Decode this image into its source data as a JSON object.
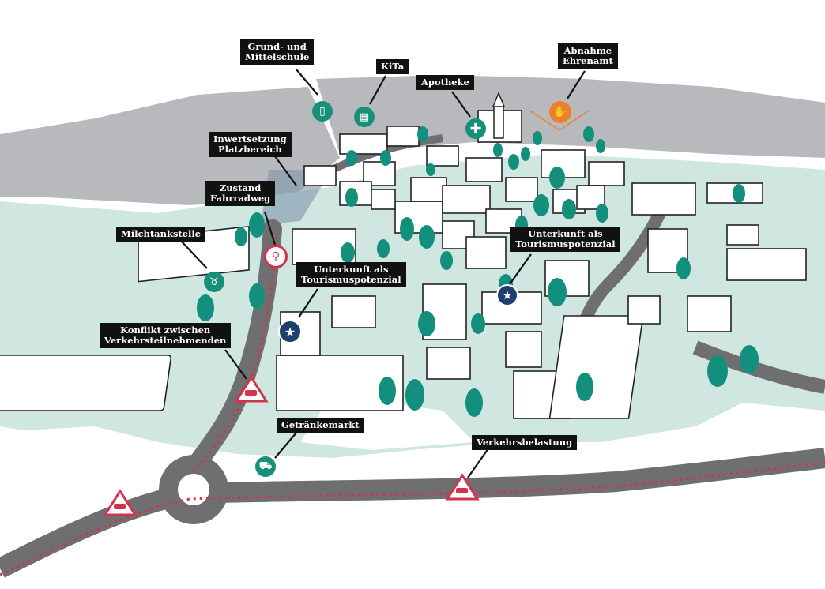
{
  "colors": {
    "green_area": "#cfe6e1",
    "built_grey": "#b8b9bc",
    "road": "#6f6f72",
    "tree": "#13907d",
    "icon_teal": "#17907a",
    "icon_navy": "#1f3f6e",
    "icon_red": "#d3334b",
    "icon_orange": "#ee7f2d",
    "dotted_line": "#d3334b",
    "label_bg": "#111111"
  },
  "labels": {
    "grundschule": {
      "line1": "Grund- und",
      "line2": "Mittelschule"
    },
    "kita": {
      "line1": "KiTa"
    },
    "apotheke": {
      "line1": "Apotheke"
    },
    "ehrenamt": {
      "line1": "Abnahme",
      "line2": "Ehrenamt"
    },
    "platzbereich": {
      "line1": "Inwertsetzung",
      "line2": "Platzbereich"
    },
    "fahrradweg": {
      "line1": "Zustand",
      "line2": "Fahrradweg"
    },
    "milchtankstelle": {
      "line1": "Milchtankstelle"
    },
    "unterkunft_right": {
      "line1": "Unterkunft als",
      "line2": "Tourismuspotenzial"
    },
    "unterkunft_left": {
      "line1": "Unterkunft als",
      "line2": "Tourismuspotenzial"
    },
    "konflikt": {
      "line1": "Konflikt zwischen",
      "line2": "Verkehrsteilnehmenden"
    },
    "getraenkemarkt": {
      "line1": "Getränkemarkt"
    },
    "verkehrsbelastung": {
      "line1": "Verkehrsbelastung"
    }
  },
  "icons": {
    "school": "school-icon",
    "kita": "kita-icon",
    "pharmacy": "pharmacy-cross-icon",
    "volunteer": "volunteer-hand-icon",
    "bicycle": "bicycle-icon",
    "milk": "milk-cow-icon",
    "star": "star-icon",
    "cart": "shopping-cart-icon",
    "car_warning": "car-warning-icon"
  }
}
